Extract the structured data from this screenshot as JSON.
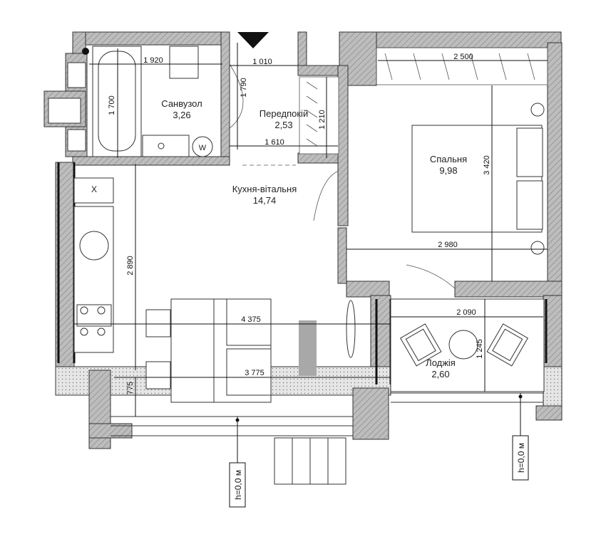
{
  "rooms": {
    "bathroom": {
      "name": "Санвузол",
      "area": "3,26"
    },
    "hallway": {
      "name": "Передпокій",
      "area": "2,53"
    },
    "kitchen_living": {
      "name": "Кухня-вітальня",
      "area": "14,74"
    },
    "bedroom": {
      "name": "Спальня",
      "area": "9,98"
    },
    "loggia": {
      "name": "Лоджія",
      "area": "2,60"
    }
  },
  "dimensions": {
    "bath_width": "1 920",
    "bath_height": "1 700",
    "hall_width_top": "1 010",
    "hall_height": "1 790",
    "closet_height": "1 210",
    "hall_width": "1 610",
    "bedroom_width_top": "2 500",
    "bedroom_height": "3 420",
    "bedroom_width": "2 980",
    "kitchen_height": "2 890",
    "kitchen_width_top": "4 375",
    "kitchen_width_bottom": "3 775",
    "balcony_depth": "775",
    "loggia_width": "2 090",
    "loggia_depth": "1 245"
  },
  "levels": {
    "left": "h=0,0 м",
    "right": "h=0,0 м"
  },
  "icons": {
    "hood": "X",
    "washer": "W"
  }
}
